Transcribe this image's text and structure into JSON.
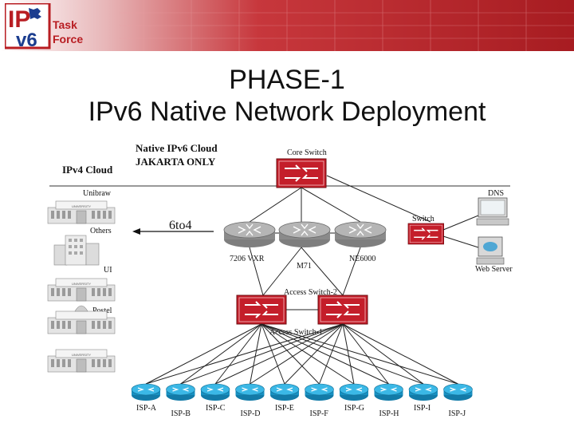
{
  "logo": {
    "letters_top": "IP",
    "letters_bottom": "v6",
    "word1": "Task",
    "word2": "Force"
  },
  "title": {
    "line1": "PHASE-1",
    "line2": "IPv6 Native Network Deployment"
  },
  "diagram": {
    "ipv4_cloud": "IPv4 Cloud",
    "native_cloud_line1": "Native IPv6 Cloud",
    "native_cloud_line2": "JAKARTA ONLY",
    "core_switch": "Core Switch",
    "dns": "DNS",
    "switch": "Switch",
    "web_server": "Web Server",
    "tunnel": "6to4",
    "router_left": "7206 VXR",
    "router_mid": "M71",
    "router_right": "NE6000",
    "access_switch_2": "Access Switch-2",
    "access_switch_1": "Access Switch-1",
    "university_sign": "UNIVERSITY",
    "sites": [
      "Unibraw",
      "Others",
      "UI",
      "Postel"
    ],
    "isps": [
      "ISP-A",
      "ISP-B",
      "ISP-C",
      "ISP-D",
      "ISP-E",
      "ISP-F",
      "ISP-G",
      "ISP-H",
      "ISP-I",
      "ISP-J"
    ]
  },
  "colors": {
    "header_red": "#b81d22",
    "logo_blue": "#1b3d8f",
    "switch_red": "#c41e2a",
    "router_gray": "#9a9a9a",
    "isp_cyan": "#20a8d8"
  }
}
